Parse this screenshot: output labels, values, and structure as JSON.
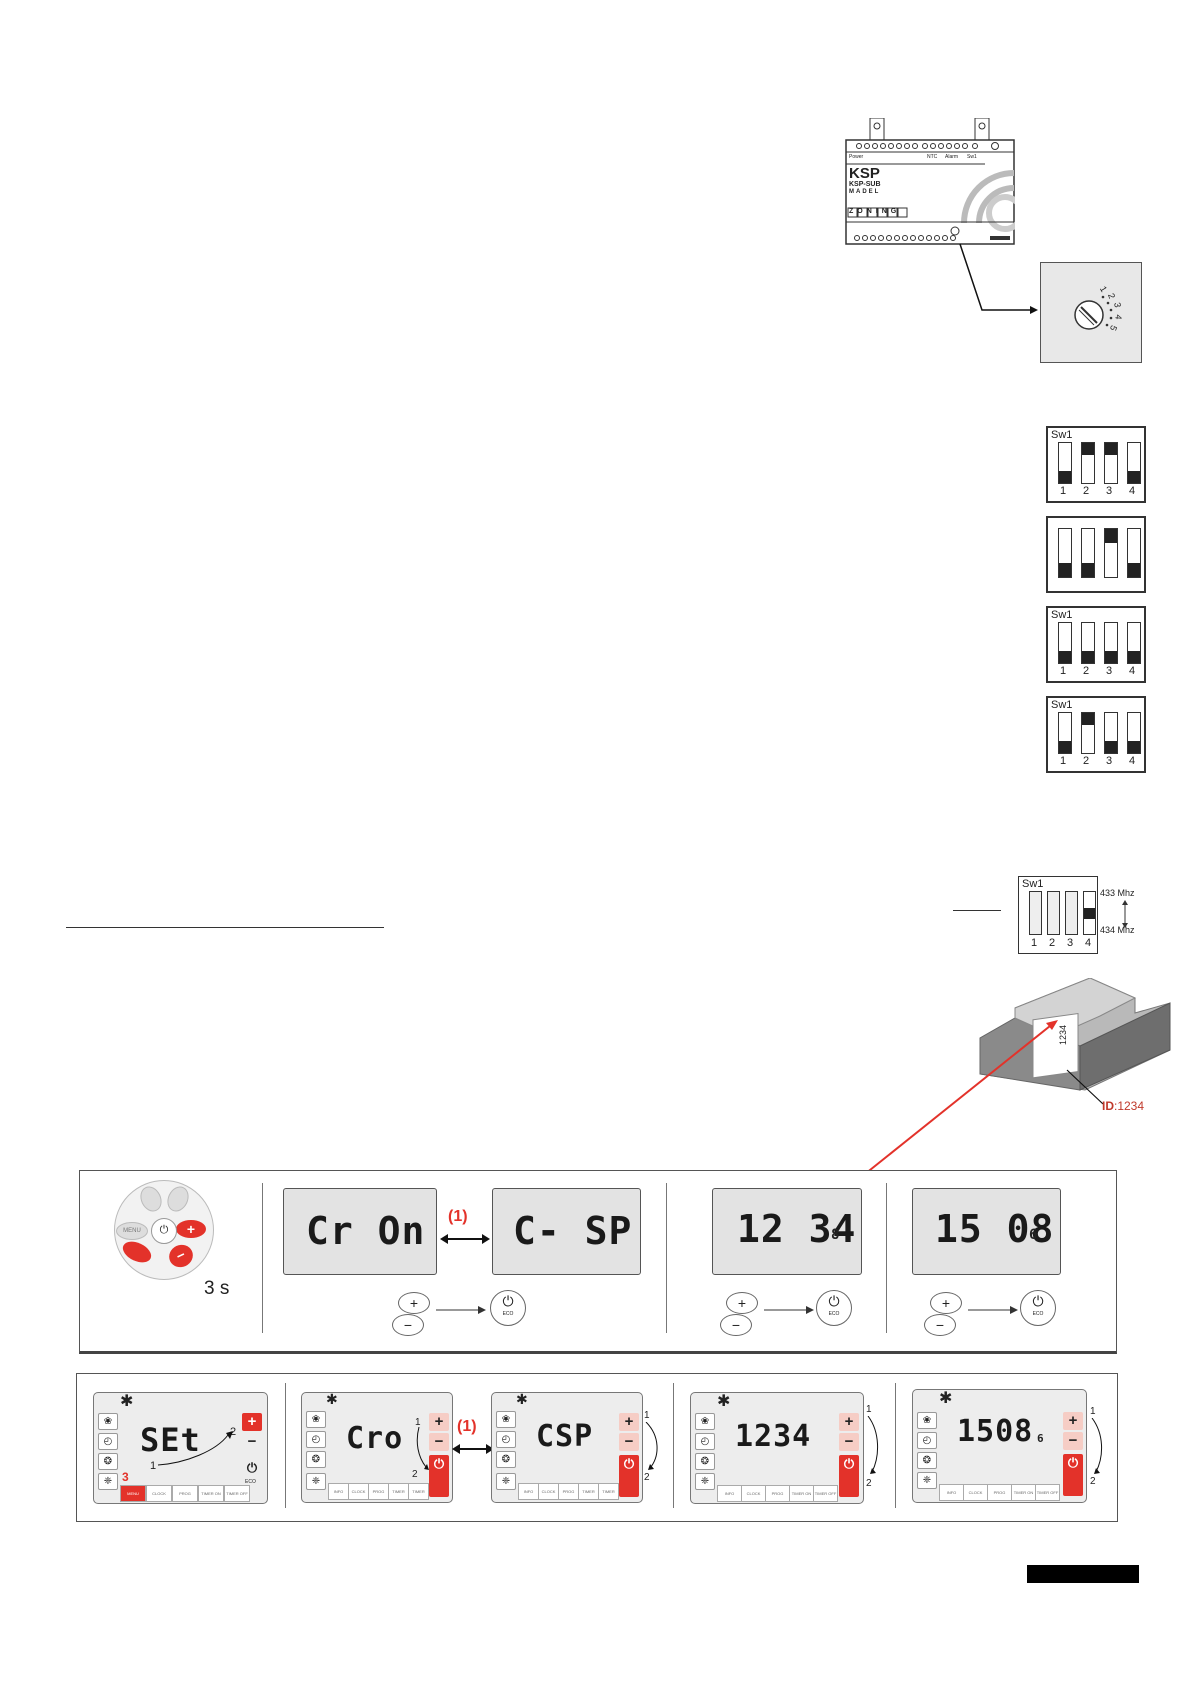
{
  "controller": {
    "brand": "KSP",
    "model": "KSP-SUB",
    "maker": "MADEL",
    "series": "ZONING",
    "terminals_top": [
      "Power",
      "NTC",
      "Alarm",
      "Sw1"
    ],
    "dial_numbers": [
      "1",
      "2",
      "3",
      "4",
      "5"
    ]
  },
  "dip_switches": [
    {
      "label": "Sw1",
      "numbers": [
        "1",
        "2",
        "3",
        "4"
      ],
      "positions": [
        "down",
        "up",
        "up",
        "down"
      ]
    },
    {
      "label": "",
      "numbers": [],
      "positions": [
        "down",
        "down",
        "up",
        "down"
      ]
    },
    {
      "label": "Sw1",
      "numbers": [
        "1",
        "2",
        "3",
        "4"
      ],
      "positions": [
        "down",
        "down",
        "down",
        "down"
      ]
    },
    {
      "label": "Sw1",
      "numbers": [
        "1",
        "2",
        "3",
        "4"
      ],
      "positions": [
        "down",
        "up",
        "down",
        "down"
      ]
    }
  ],
  "frequency_switch": {
    "label": "Sw1",
    "numbers": [
      "1",
      "2",
      "3",
      "4"
    ],
    "freq_top": "433 Mhz",
    "freq_bottom": "434 Mhz"
  },
  "id_label": {
    "prefix": "ID",
    "value": ":1234",
    "sticker_id": "1234"
  },
  "row1": {
    "hold_time": "3 s",
    "toggle_marker": "(1)",
    "screens": [
      "Cr On",
      "C- SP",
      "12 34",
      "15 08"
    ],
    "zone_digits": [
      "8",
      "6"
    ],
    "eco_label": "ECO",
    "menu_label": "MENU"
  },
  "row2": {
    "toggle_marker": "(1)",
    "screens": [
      "SEt",
      "Cro",
      "CSP",
      "1234",
      "1508"
    ],
    "zone_digits": [
      "",
      "6"
    ],
    "step_numbers": [
      "1",
      "2",
      "3"
    ],
    "bottom_buttons": [
      "MENU",
      "CLOCK",
      "PROG",
      "TIMER ON",
      "TIMER OFF"
    ],
    "bottom_buttons_info": [
      "INFO",
      "CLOCK",
      "PROG",
      "TIMER ON",
      "TIMER OFF"
    ],
    "plus": "+",
    "minus": "−",
    "eco_label": "ECO"
  },
  "colors": {
    "accent_red": "#e3322a",
    "pink": "#f6cdc5",
    "lcd_grey": "#e3e3e3",
    "id_red": "#c0392b"
  }
}
